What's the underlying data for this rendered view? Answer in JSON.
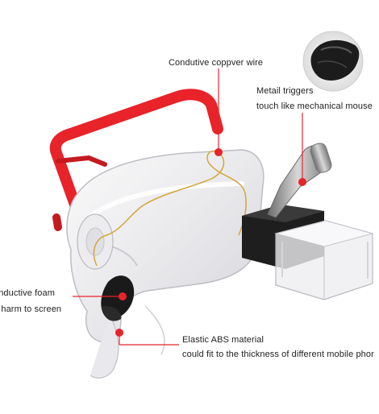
{
  "colors": {
    "accent_red": "#e8232a",
    "leader_line": "#e8232a",
    "body_clear": "#f2f2f4",
    "foam_black": "#1a1a1a",
    "wire_gold": "#d4a53a"
  },
  "icons": {
    "mouse_inset": "mouse-icon",
    "trigger": "metal-trigger-icon"
  },
  "callouts": {
    "wire": {
      "text": "Condutive coppver wire"
    },
    "trigger": {
      "line1": "Metail triggers",
      "line2": "touch like mechanical mouse"
    },
    "foam": {
      "line1": "onductive foam",
      "line2": "o harm to screen"
    },
    "abs": {
      "line1": "Elastic ABS material",
      "line2": "could fit to the thickness of different mobile phor"
    }
  }
}
